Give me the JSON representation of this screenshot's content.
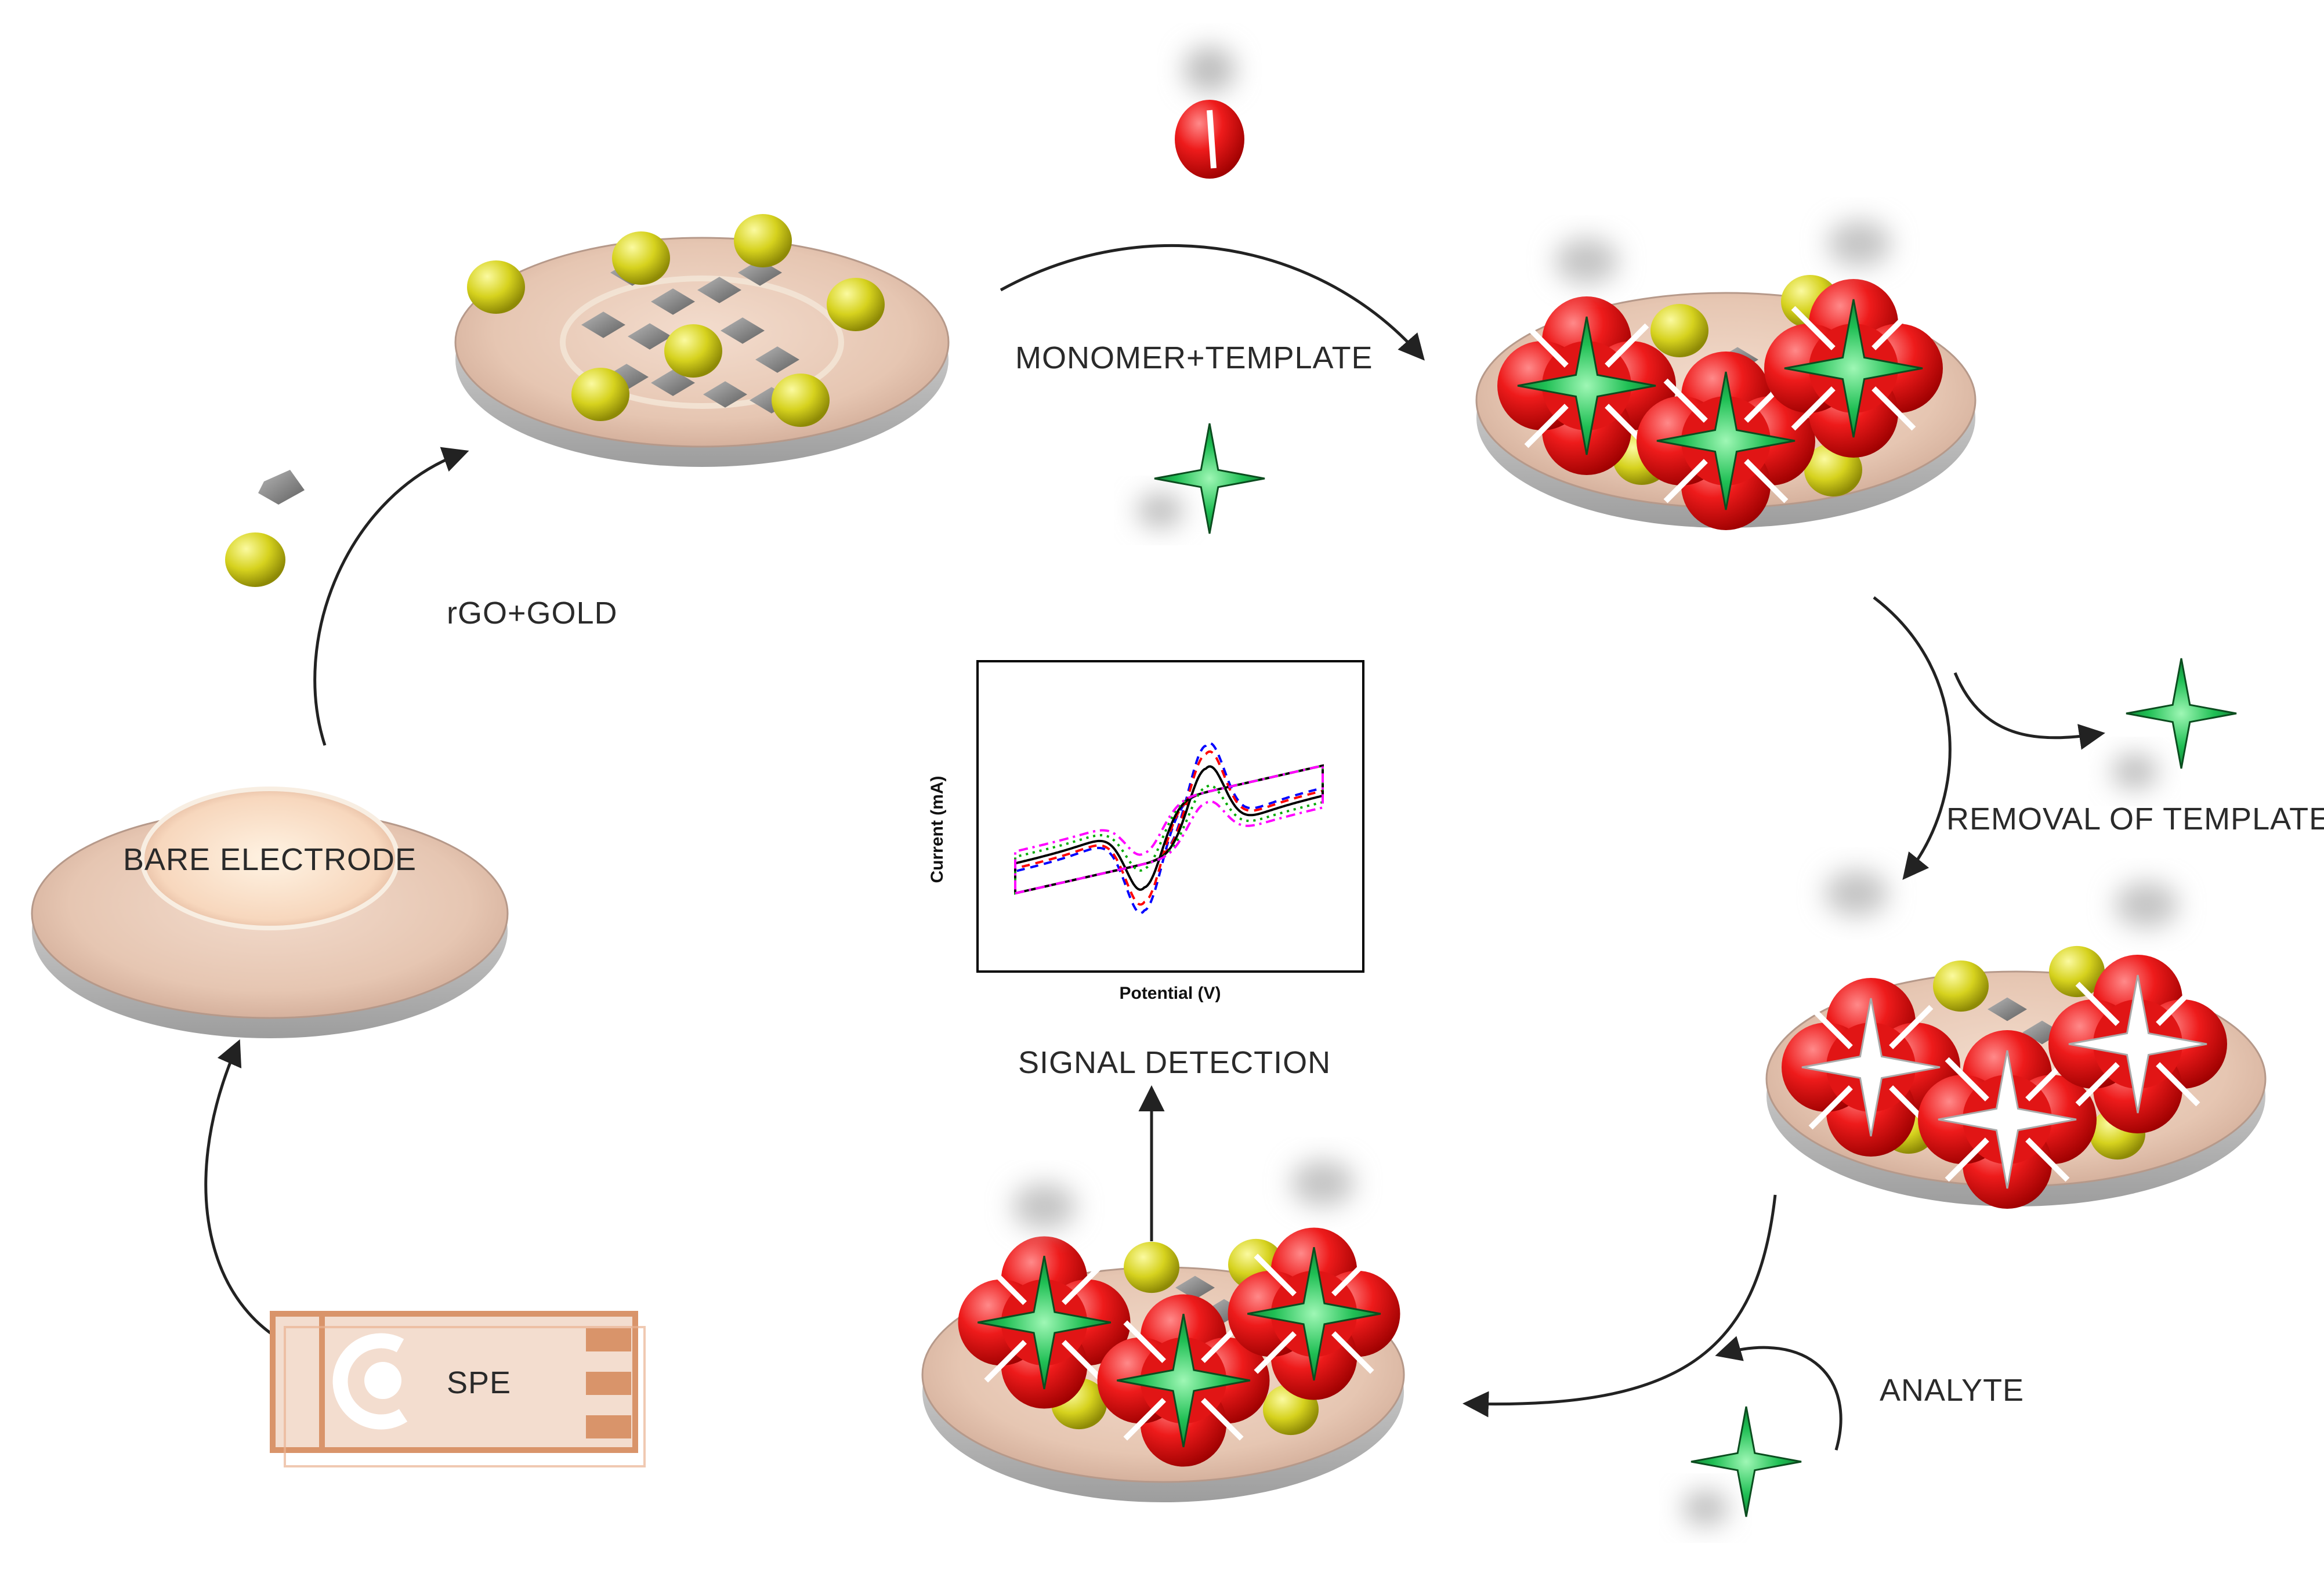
{
  "labels": {
    "spe": "SPE",
    "bare_electrode": "BARE ELECTRODE",
    "rgo_gold": "rGO+GOLD",
    "monomer_template": "MONOMER+TEMPLATE",
    "removal_template": "REMOVAL OF TEMPLATE",
    "analyte": "ANALYTE",
    "signal_detection": "SIGNAL DETECTION"
  },
  "chart_data": {
    "type": "line",
    "xlabel": "Potential (V)",
    "ylabel": "Current (mA)",
    "title": "",
    "series": [
      {
        "color": "#0000ff",
        "style": "dashed",
        "peak_ox": 1.0,
        "peak_red": -1.0
      },
      {
        "color": "#ff0000",
        "style": "dashed",
        "peak_ox": 0.92,
        "peak_red": -0.92
      },
      {
        "color": "#000000",
        "style": "solid",
        "peak_ox": 0.78,
        "peak_red": -0.78
      },
      {
        "color": "#00aa00",
        "style": "dotted",
        "peak_ox": 0.6,
        "peak_red": -0.6
      },
      {
        "color": "#ff00ff",
        "style": "dashdot",
        "peak_ox": 0.45,
        "peak_red": -0.45
      }
    ]
  },
  "colors": {
    "electrode_base": "#c9c9c9",
    "electrode_top": "#e7c9b6",
    "gold": "#d6d21e",
    "mip_red": "#e8141b",
    "template_green": "#1fa34a",
    "arrow": "#222222",
    "spe_orange": "#d9946a"
  }
}
